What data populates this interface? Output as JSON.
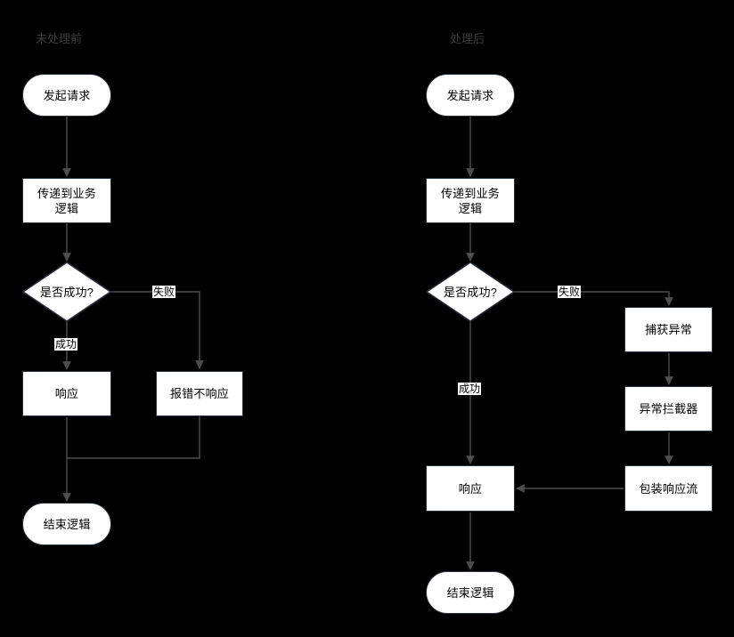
{
  "diagram": {
    "title_left": "未处理前",
    "title_right": "处理后",
    "background_color": "#000000",
    "node_fill": "#ffffff",
    "node_stroke": "#2b323c",
    "edge_stroke": "#4d4d4d",
    "title_color": "#3d3d3d",
    "columns": [
      {
        "id": "before",
        "title": "未处理前",
        "nodes": [
          {
            "id": "b1",
            "label": "发起请求",
            "shape": "terminal"
          },
          {
            "id": "b2",
            "label": "传递到业务\n逻辑",
            "shape": "process"
          },
          {
            "id": "b3",
            "label": "是否成功?",
            "shape": "decision"
          },
          {
            "id": "b4",
            "label": "响应",
            "shape": "process"
          },
          {
            "id": "b5",
            "label": "报错不响应",
            "shape": "process"
          },
          {
            "id": "b6",
            "label": "结束逻辑",
            "shape": "terminal"
          }
        ],
        "edge_labels": [
          {
            "id": "b-fail",
            "label": "失败"
          },
          {
            "id": "b-ok",
            "label": "成功"
          }
        ]
      },
      {
        "id": "after",
        "title": "处理后",
        "nodes": [
          {
            "id": "a1",
            "label": "发起请求",
            "shape": "terminal"
          },
          {
            "id": "a2",
            "label": "传递到业务\n逻辑",
            "shape": "process"
          },
          {
            "id": "a3",
            "label": "是否成功?",
            "shape": "decision"
          },
          {
            "id": "a4",
            "label": "捕获异常",
            "shape": "process"
          },
          {
            "id": "a5",
            "label": "异常拦截器",
            "shape": "process"
          },
          {
            "id": "a6",
            "label": "包装响应流",
            "shape": "process"
          },
          {
            "id": "a7",
            "label": "响应",
            "shape": "process"
          },
          {
            "id": "a8",
            "label": "结束逻辑",
            "shape": "terminal"
          }
        ],
        "edge_labels": [
          {
            "id": "a-fail",
            "label": "失败"
          },
          {
            "id": "a-ok",
            "label": "成功"
          }
        ]
      }
    ]
  }
}
